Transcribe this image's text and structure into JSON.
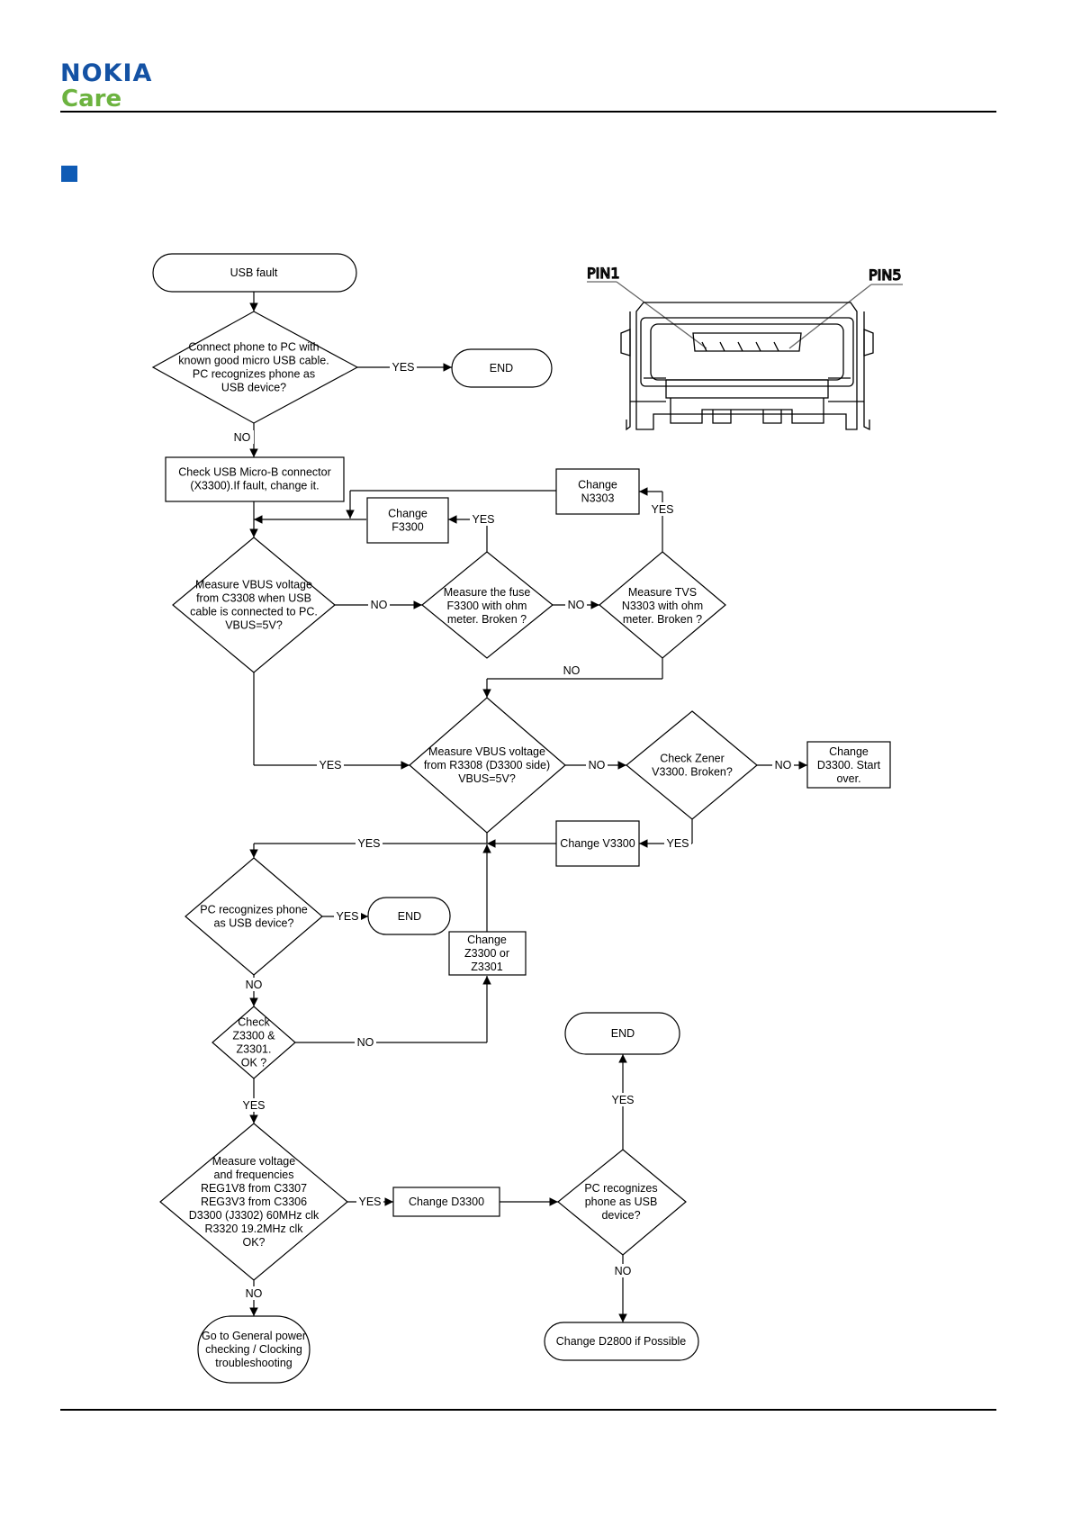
{
  "brand": {
    "name": "NOKIA",
    "sub": "Care",
    "primary_color": "#1452a4",
    "accent_color": "#6cb33f",
    "marker_color": "#0f5bb5"
  },
  "connector": {
    "pin1": "PIN1",
    "pin5": "PIN5"
  },
  "labels": {
    "yes": "YES",
    "no": "NO"
  },
  "nodes": {
    "usb_fault": [
      "USB fault"
    ],
    "connect_phone": [
      "Connect phone to PC with",
      "known good micro USB cable.",
      "PC recognizes phone as",
      "USB device?"
    ],
    "end_top": [
      "END"
    ],
    "check_connector": [
      "Check USB Micro-B connector",
      "(X3300).If fault, change it."
    ],
    "change_f3300": [
      "Change",
      "F3300"
    ],
    "change_n3303": [
      "Change",
      "N3303"
    ],
    "measure_vbus_c3308": [
      "Measure VBUS voltage",
      "from C3308 when USB",
      "cable is connected to PC.",
      "VBUS=5V?"
    ],
    "measure_fuse": [
      "Measure the fuse",
      "F3300 with ohm",
      "meter. Broken ?"
    ],
    "measure_tvs": [
      "Measure TVS",
      "N3303 with ohm",
      "meter. Broken ?"
    ],
    "measure_vbus_r3308": [
      "Measure VBUS voltage",
      "from R3308 (D3300 side)",
      "VBUS=5V?"
    ],
    "check_zener": [
      "Check Zener",
      "V3300. Broken?"
    ],
    "change_d3300_start": [
      "Change",
      "D3300. Start",
      "over."
    ],
    "change_v3300": [
      "Change V3300"
    ],
    "pc_recognizes_1": [
      "PC recognizes phone",
      "as USB device?"
    ],
    "end_mid": [
      "END"
    ],
    "change_z3300": [
      "Change",
      "Z3300 or",
      "Z3301"
    ],
    "check_z3300": [
      "Check",
      "Z3300 &",
      "Z3301.",
      "OK ?"
    ],
    "end_bottom": [
      "END"
    ],
    "measure_voltage_freq": [
      "Measure voltage",
      "and frequencies",
      "REG1V8 from C3307",
      "REG3V3 from C3306",
      "D3300 (J3302) 60MHz clk",
      "R3320 19.2MHz clk",
      "OK?"
    ],
    "change_d3300": [
      "Change D3300"
    ],
    "pc_recognizes_2": [
      "PC recognizes",
      "phone as USB",
      "device?"
    ],
    "general_power": [
      "Go to General power",
      "checking / Clocking",
      "troubleshooting"
    ],
    "change_d2800": [
      "Change D2800 if Possible"
    ]
  }
}
